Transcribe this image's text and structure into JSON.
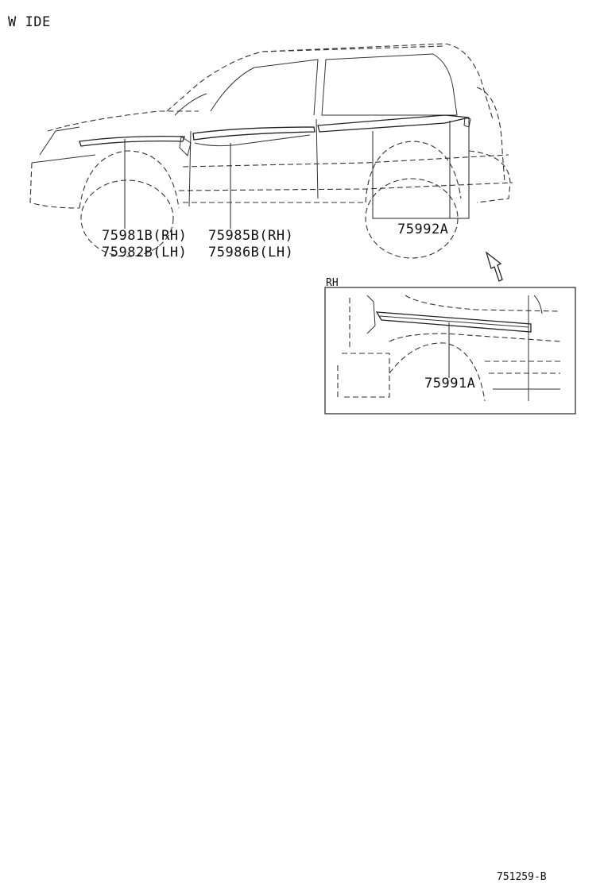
{
  "header": {
    "variant": "W IDE"
  },
  "inset": {
    "side": "RH"
  },
  "parts": {
    "front_fender_rh": "75981B(RH)",
    "front_fender_lh": "75982B(LH)",
    "front_door_rh": "75985B(RH)",
    "front_door_lh": "75986B(LH)",
    "rear_quarter": "75992A",
    "rear_moulding_rh": "75991A"
  },
  "footer": {
    "diagram_id": "751259-B"
  }
}
